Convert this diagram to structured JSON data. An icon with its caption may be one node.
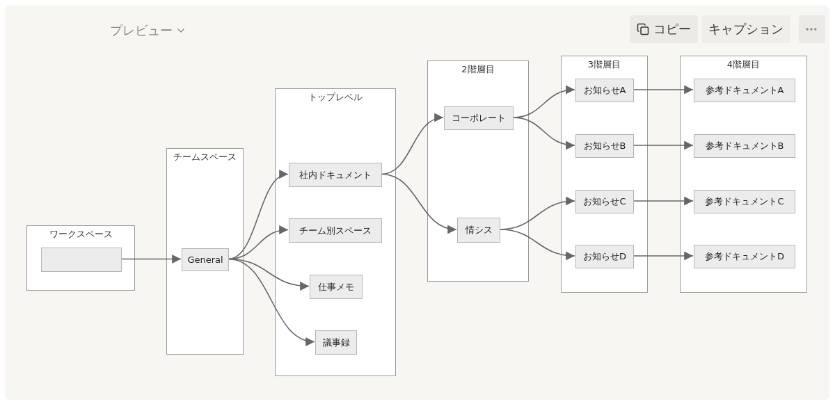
{
  "diagram": {
    "nodes": [
      {
        "text": [
          "ワークスペース"
        ]
      },
      {
        "text": [],
        "shape": "box",
        "in": 0
      },
      {
        "text": [
          "チームスペース"
        ]
      },
      {
        "text": [
          "General"
        ],
        "in": 2
      },
      {
        "text": [
          "トップレベル"
        ]
      },
      {
        "text": [
          "社内ドキュメント"
        ],
        "in": 4
      },
      {
        "text": [
          "チーム別スペース"
        ],
        "in": 4
      },
      {
        "text": [
          "仕事メモ"
        ],
        "in": 4
      },
      {
        "text": [
          "議事録"
        ],
        "in": 4
      },
      {
        "text": [
          "2階層目"
        ]
      },
      {
        "text": [
          "コーポレート"
        ],
        "in": 9
      },
      {
        "text": [
          "情シス"
        ],
        "in": 9
      },
      {
        "text": [
          "3階層目"
        ]
      },
      {
        "text": [
          "お知らせA"
        ],
        "in": 12
      },
      {
        "text": [
          "お知らせB"
        ],
        "in": 12
      },
      {
        "text": [
          "お知らせC"
        ],
        "in": 12
      },
      {
        "text": [
          "お知らせD"
        ],
        "in": 12
      },
      {
        "text": [
          "4階層目"
        ]
      },
      {
        "text": [
          "参考ドキュメントA"
        ],
        "in": 17
      },
      {
        "text": [
          "参考ドキュメントB"
        ],
        "in": 17
      },
      {
        "text": [
          "参考ドキュメントC"
        ],
        "in": 17
      },
      {
        "text": [
          "参考ドキュメントD"
        ],
        "in": 17
      }
    ],
    "edges": [
      {
        "from": 1,
        "to": 3,
        "arrow": "to"
      },
      {
        "from": 3,
        "to": 5,
        "arrow": "to"
      },
      {
        "from": 3,
        "to": 6,
        "arrow": "to"
      },
      {
        "from": 3,
        "to": 7,
        "arrow": "to"
      },
      {
        "from": 3,
        "to": 8,
        "arrow": "to"
      },
      {
        "from": 5,
        "to": 10,
        "arrow": "to"
      },
      {
        "from": 5,
        "to": 11,
        "arrow": "to"
      },
      {
        "from": 10,
        "to": 13,
        "arrow": "to"
      },
      {
        "from": 10,
        "to": 14,
        "arrow": "to"
      },
      {
        "from": 11,
        "to": 15,
        "arrow": "to"
      },
      {
        "from": 11,
        "to": 16,
        "arrow": "to"
      },
      {
        "from": 13,
        "to": 18,
        "arrow": "to"
      },
      {
        "from": 14,
        "to": 19,
        "arrow": "to"
      },
      {
        "from": 15,
        "to": 20,
        "arrow": "to"
      },
      {
        "from": 16,
        "to": 21,
        "arrow": "to"
      }
    ],
    "labels": [
      "プレビュー",
      "コピー",
      "キャプション"
    ]
  }
}
